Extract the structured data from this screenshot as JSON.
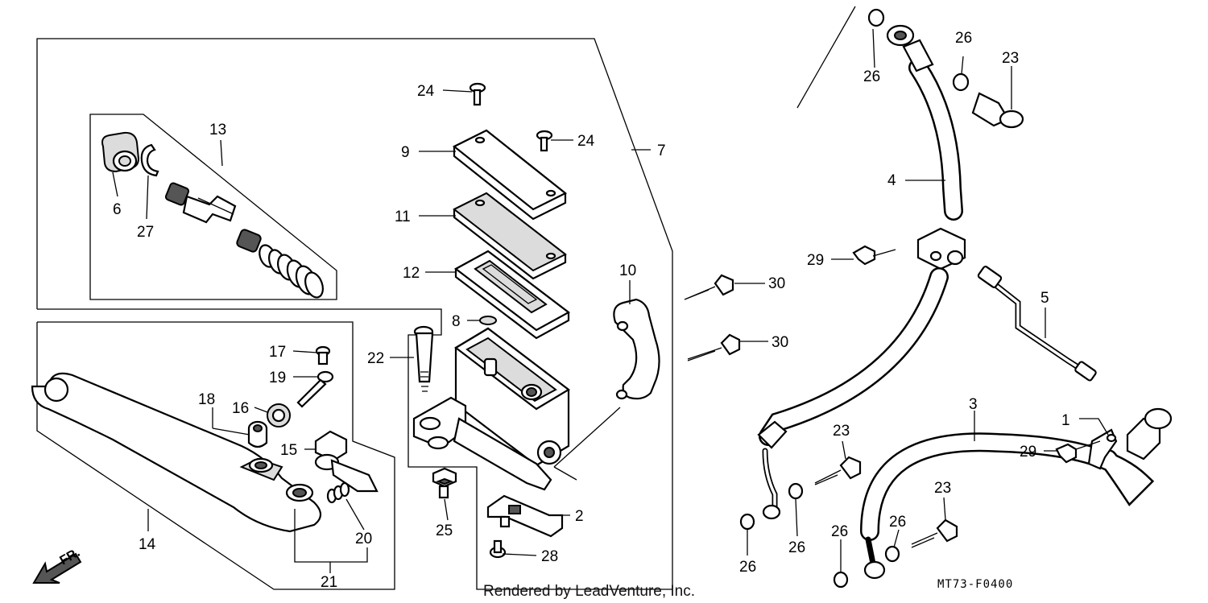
{
  "footer": {
    "rendered_by": "Rendered by LeadVenture, Inc.",
    "diagram_code": "MT73-F0400",
    "direction_label": "FR."
  },
  "callouts": [
    {
      "id": "c1",
      "label": "1"
    },
    {
      "id": "c2",
      "label": "2"
    },
    {
      "id": "c3",
      "label": "3"
    },
    {
      "id": "c4",
      "label": "4"
    },
    {
      "id": "c5",
      "label": "5"
    },
    {
      "id": "c6",
      "label": "6"
    },
    {
      "id": "c7",
      "label": "7"
    },
    {
      "id": "c8",
      "label": "8"
    },
    {
      "id": "c9",
      "label": "9"
    },
    {
      "id": "c10",
      "label": "10"
    },
    {
      "id": "c11",
      "label": "11"
    },
    {
      "id": "c12",
      "label": "12"
    },
    {
      "id": "c13",
      "label": "13"
    },
    {
      "id": "c14",
      "label": "14"
    },
    {
      "id": "c15",
      "label": "15"
    },
    {
      "id": "c16",
      "label": "16"
    },
    {
      "id": "c17",
      "label": "17"
    },
    {
      "id": "c18",
      "label": "18"
    },
    {
      "id": "c19",
      "label": "19"
    },
    {
      "id": "c20",
      "label": "20"
    },
    {
      "id": "c21",
      "label": "21"
    },
    {
      "id": "c22",
      "label": "22"
    },
    {
      "id": "c23a",
      "label": "23"
    },
    {
      "id": "c23b",
      "label": "23"
    },
    {
      "id": "c23c",
      "label": "23"
    },
    {
      "id": "c24a",
      "label": "24"
    },
    {
      "id": "c24b",
      "label": "24"
    },
    {
      "id": "c25",
      "label": "25"
    },
    {
      "id": "c26a",
      "label": "26"
    },
    {
      "id": "c26b",
      "label": "26"
    },
    {
      "id": "c26c",
      "label": "26"
    },
    {
      "id": "c26d",
      "label": "26"
    },
    {
      "id": "c26e",
      "label": "26"
    },
    {
      "id": "c26f",
      "label": "26"
    },
    {
      "id": "c27",
      "label": "27"
    },
    {
      "id": "c28",
      "label": "28"
    },
    {
      "id": "c29a",
      "label": "29"
    },
    {
      "id": "c29b",
      "label": "29"
    },
    {
      "id": "c30a",
      "label": "30"
    },
    {
      "id": "c30b",
      "label": "30"
    }
  ]
}
